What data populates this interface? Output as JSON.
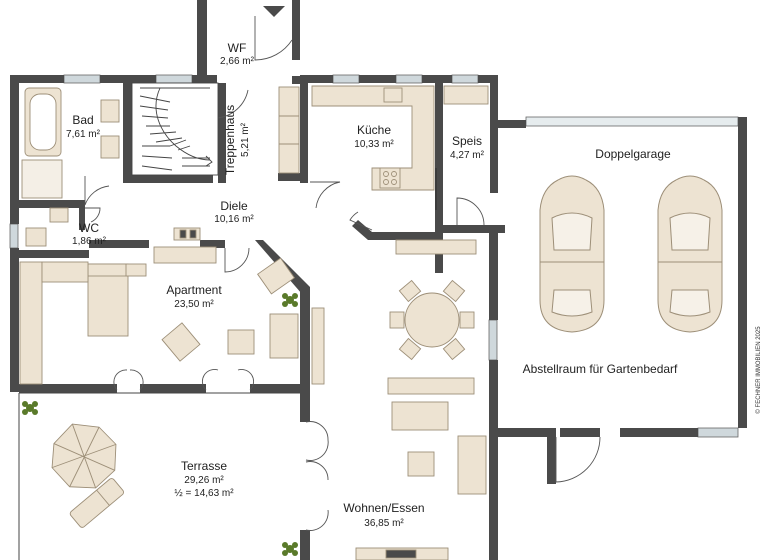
{
  "colors": {
    "wall": "#4a4a4a",
    "furniture_fill": "#ede3d2",
    "furniture_stroke": "#9d8f78",
    "window": "#cfd8dc",
    "plant": "#5a7a2a"
  },
  "rooms": [
    {
      "id": "wf",
      "name": "WF",
      "area": "2,66 m²"
    },
    {
      "id": "bad",
      "name": "Bad",
      "area": "7,61 m²"
    },
    {
      "id": "treppenhaus",
      "name": "Treppenhaus",
      "area": "5,21 m²"
    },
    {
      "id": "kueche",
      "name": "Küche",
      "area": "10,33 m²"
    },
    {
      "id": "speis",
      "name": "Speis",
      "area": "4,27 m²"
    },
    {
      "id": "doppelgarage",
      "name": "Doppelgarage",
      "area": ""
    },
    {
      "id": "diele",
      "name": "Diele",
      "area": "10,16 m²"
    },
    {
      "id": "wc",
      "name": "WC",
      "area": "1,86 m²"
    },
    {
      "id": "apartment",
      "name": "Apartment",
      "area": "23,50 m²"
    },
    {
      "id": "abstellraum",
      "name": "Abstellraum für Gartenbedarf",
      "area": ""
    },
    {
      "id": "terrasse",
      "name": "Terrasse",
      "area": "29,26 m²",
      "area2": "½ = 14,63 m²"
    },
    {
      "id": "wohnen",
      "name": "Wohnen/Essen",
      "area": "36,85 m²"
    }
  ],
  "copyright": "© FECHNER IMMOBILIEN 2025"
}
